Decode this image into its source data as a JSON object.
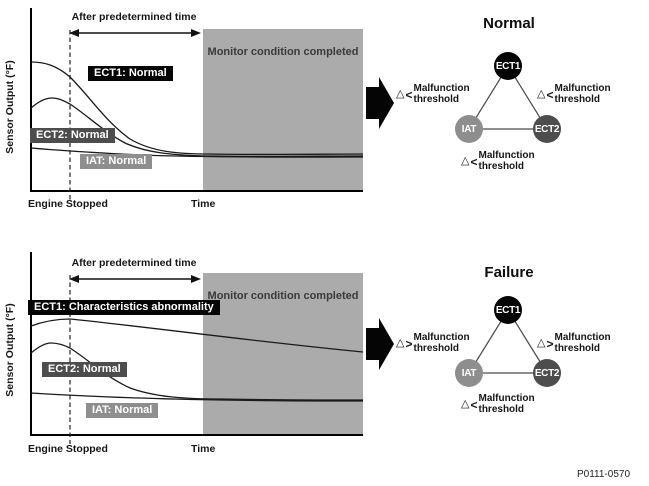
{
  "colors": {
    "node_ect1": "#050505",
    "node_ect2": "#4d4d4d",
    "node_iat": "#8e8e8e",
    "monitor_region": "#ababab",
    "label_text": "#ffffff"
  },
  "footer_code": "P0111-0570",
  "sections": [
    {
      "title": "Normal",
      "graph": {
        "y_axis_label": "Sensor Output (°F)",
        "predetermined_note": "After predetermined time",
        "monitor_note": "Monitor condition completed",
        "engine_stopped_label": "Engine Stopped",
        "time_label": "Time",
        "curves": [
          {
            "name": "ECT1",
            "label": "ECT1: Normal"
          },
          {
            "name": "ECT2",
            "label": "ECT2: Normal"
          },
          {
            "name": "IAT",
            "label": "IAT: Normal"
          }
        ]
      },
      "diagram": {
        "nodes": [
          {
            "name": "ECT1"
          },
          {
            "name": "IAT"
          },
          {
            "name": "ECT2"
          }
        ],
        "thresholds": {
          "left": {
            "symbol": "△",
            "comparator": "<",
            "line1": "Malfunction",
            "line2": "threshold"
          },
          "right": {
            "symbol": "△",
            "comparator": "<",
            "line1": "Malfunction",
            "line2": "threshold"
          },
          "bottom": {
            "symbol": "△",
            "comparator": "<",
            "line1": "Malfunction",
            "line2": "threshold"
          }
        }
      }
    },
    {
      "title": "Failure",
      "graph": {
        "y_axis_label": "Sensor Output (°F)",
        "predetermined_note": "After predetermined time",
        "monitor_note": "Monitor condition completed",
        "engine_stopped_label": "Engine Stopped",
        "time_label": "Time",
        "curves": [
          {
            "name": "ECT1",
            "label": "ECT1: Characteristics abnormality"
          },
          {
            "name": "ECT2",
            "label": "ECT2: Normal"
          },
          {
            "name": "IAT",
            "label": "IAT: Normal"
          }
        ]
      },
      "diagram": {
        "nodes": [
          {
            "name": "ECT1"
          },
          {
            "name": "IAT"
          },
          {
            "name": "ECT2"
          }
        ],
        "thresholds": {
          "left": {
            "symbol": "△",
            "comparator": ">",
            "line1": "Malfunction",
            "line2": "threshold"
          },
          "right": {
            "symbol": "△",
            "comparator": ">",
            "line1": "Malfunction",
            "line2": "threshold"
          },
          "bottom": {
            "symbol": "△",
            "comparator": "<",
            "line1": "Malfunction",
            "line2": "threshold"
          }
        }
      }
    }
  ]
}
